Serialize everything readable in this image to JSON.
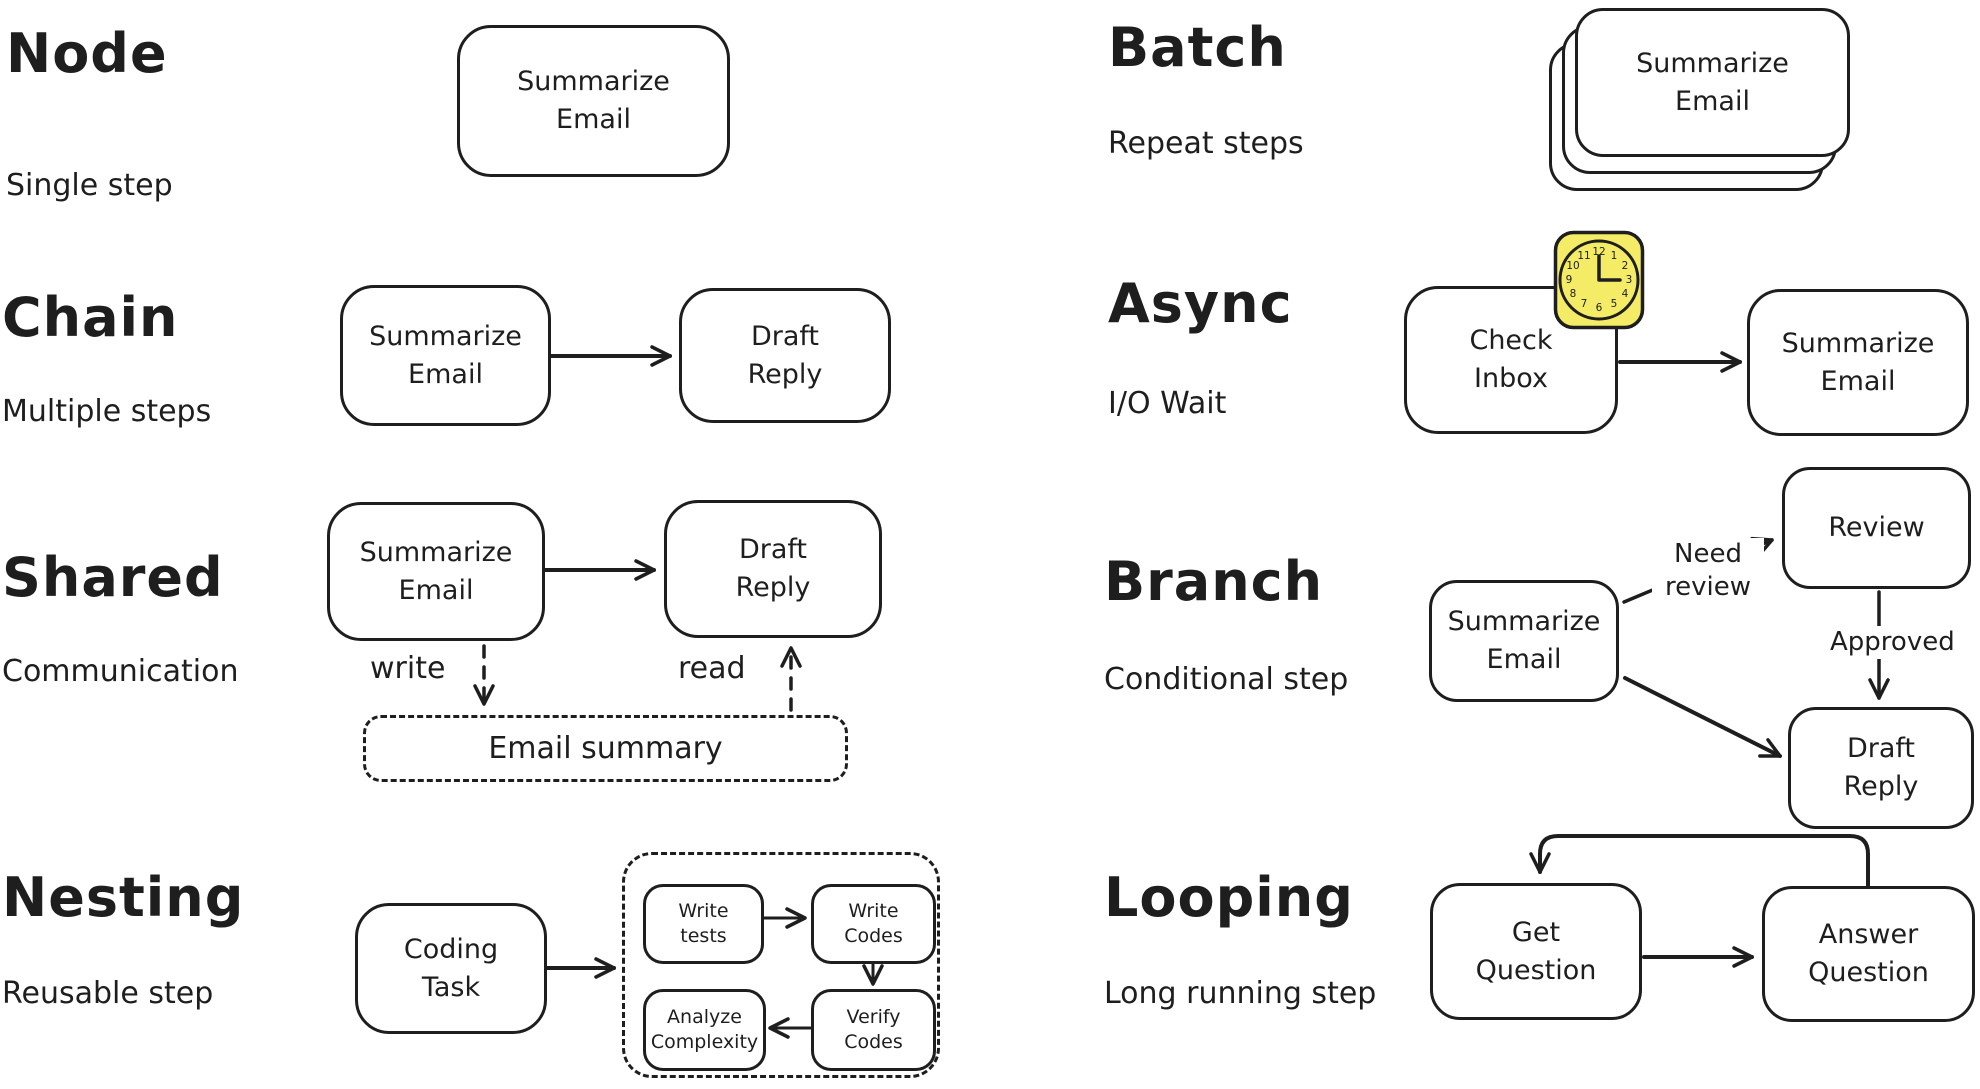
{
  "colors": {
    "ink": "#1e1e1e",
    "background": "#ffffff",
    "clock_fill": "#f4ec66"
  },
  "sections": {
    "node": {
      "title": "Node",
      "subtitle": "Single step",
      "box1": "Summarize Email"
    },
    "chain": {
      "title": "Chain",
      "subtitle": "Multiple steps",
      "box1": "Summarize Email",
      "box2": "Draft Reply"
    },
    "shared": {
      "title": "Shared",
      "subtitle": "Communication",
      "box1": "Summarize Email",
      "box2": "Draft Reply",
      "write_label": "write",
      "read_label": "read",
      "store_box": "Email summary"
    },
    "nesting": {
      "title": "Nesting",
      "subtitle": "Reusable step",
      "box1": "Coding Task",
      "inner_box1": "Write tests",
      "inner_box2": "Write Codes",
      "inner_box3": "Verify Codes",
      "inner_box4": "Analyze Complexity"
    },
    "batch": {
      "title": "Batch",
      "subtitle": "Repeat steps",
      "box1": "Summarize Email"
    },
    "async": {
      "title": "Async",
      "subtitle": "I/O Wait",
      "box1": "Check Inbox",
      "box2": "Summarize Email",
      "clock_numbers": [
        "1",
        "2",
        "3",
        "4",
        "5",
        "6",
        "7",
        "8",
        "9",
        "10",
        "11",
        "12"
      ]
    },
    "branch": {
      "title": "Branch",
      "subtitle": "Conditional step",
      "box1": "Summarize Email",
      "box2": "Review",
      "box3": "Draft Reply",
      "edge_label_review": "Need review",
      "edge_label_approved": "Approved"
    },
    "looping": {
      "title": "Looping",
      "subtitle": "Long running step",
      "box1": "Get Question",
      "box2": "Answer Question"
    }
  }
}
